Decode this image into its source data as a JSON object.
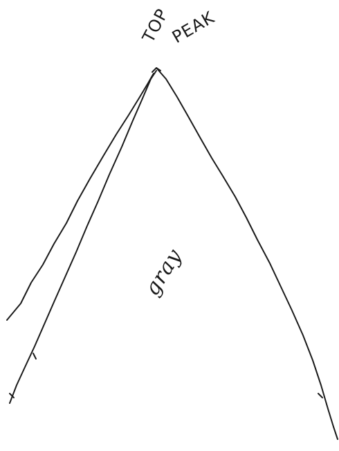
{
  "labels": {
    "top": "TOP",
    "peak": "PEAK",
    "fill": "gray"
  },
  "colors": {
    "ink": "#1a1a1a",
    "paper": "#ffffff"
  }
}
